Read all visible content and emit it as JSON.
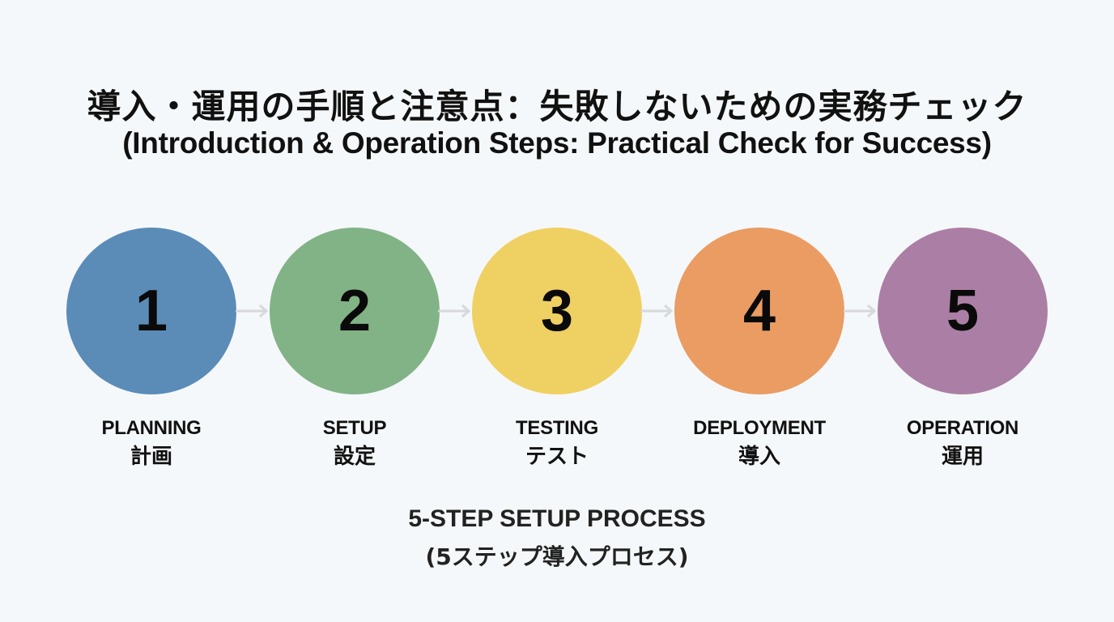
{
  "title": {
    "ja": "導入・運用の手順と注意点：失敗しないための実務チェック",
    "en": "(Introduction & Operation Steps: Practical Check for Success)"
  },
  "steps": [
    {
      "number": "1",
      "label_en": "PLANNING",
      "label_ja": "計画",
      "color": "#5b8cb8"
    },
    {
      "number": "2",
      "label_en": "SETUP",
      "label_ja": "設定",
      "color": "#82b386"
    },
    {
      "number": "3",
      "label_en": "TESTING",
      "label_ja": "テスト",
      "color": "#efd062"
    },
    {
      "number": "4",
      "label_en": "DEPLOYMENT",
      "label_ja": "導入",
      "color": "#ea9c63"
    },
    {
      "number": "5",
      "label_en": "OPERATION",
      "label_ja": "運用",
      "color": "#ab7fa5"
    }
  ],
  "arrow_color": "#d6d9dc",
  "footer": {
    "en": "5-STEP SETUP PROCESS",
    "ja": "(5ステップ導入プロセス)"
  }
}
